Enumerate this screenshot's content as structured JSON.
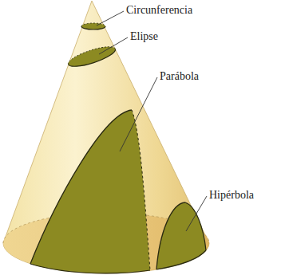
{
  "diagram": {
    "labels": [
      "Circunferencia",
      "Elipse",
      "Parábola",
      "Hipérbola"
    ]
  }
}
